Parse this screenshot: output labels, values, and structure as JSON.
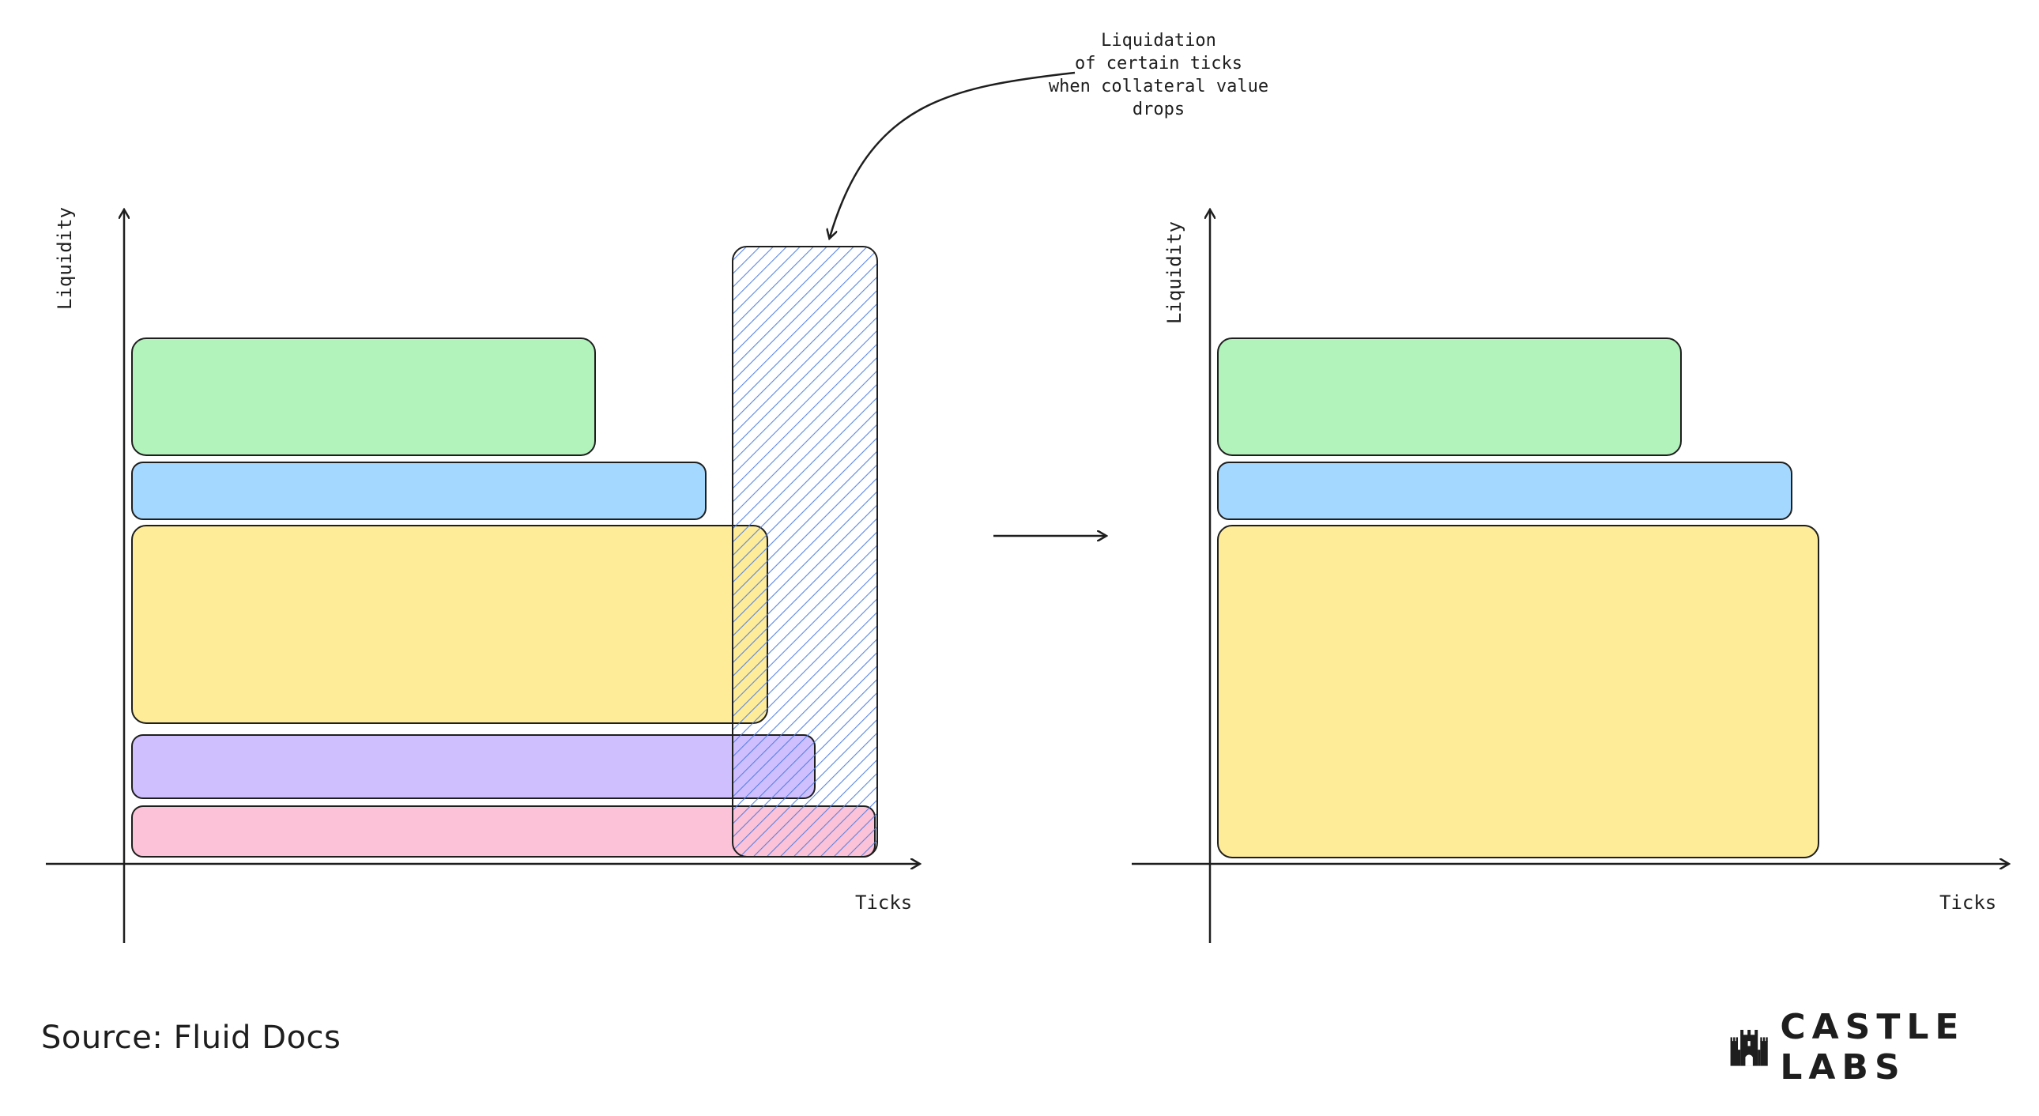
{
  "left_panel": {
    "y_axis_label": "Liquidity",
    "x_axis_label": "Ticks",
    "bands": [
      {
        "name": "band-green",
        "color": "#b2f2bb"
      },
      {
        "name": "band-blue",
        "color": "#a5d8ff"
      },
      {
        "name": "band-yellow",
        "color": "#ffec99"
      },
      {
        "name": "band-purple",
        "color": "#d0bfff"
      },
      {
        "name": "band-pink",
        "color": "#fcc2d7"
      }
    ],
    "liquidation_zone_color": "#4a7be0"
  },
  "right_panel": {
    "y_axis_label": "Liquidity",
    "x_axis_label": "Ticks",
    "bands": [
      {
        "name": "band-green",
        "color": "#b2f2bb"
      },
      {
        "name": "band-blue",
        "color": "#a5d8ff"
      },
      {
        "name": "band-yellow",
        "color": "#ffec99"
      }
    ]
  },
  "annotation": {
    "lines": [
      "Liquidation",
      "of certain ticks",
      "when collateral value",
      "drops"
    ]
  },
  "footer": {
    "source": "Source: Fluid Docs",
    "brand": "CASTLE LABS",
    "brand_icon": "castle-icon"
  }
}
